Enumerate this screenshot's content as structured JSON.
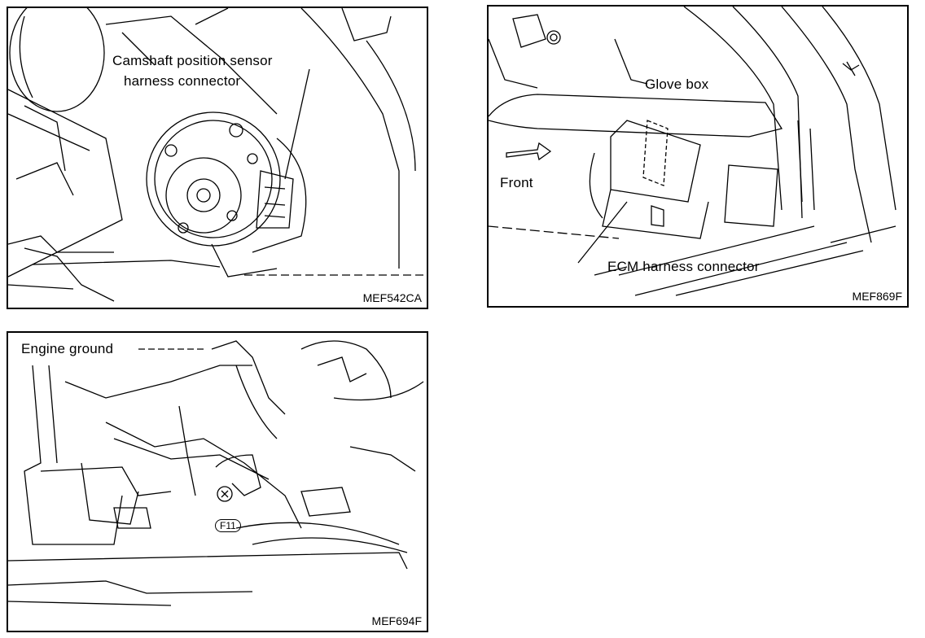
{
  "panels": [
    {
      "code": "MEF542CA",
      "label_line1": "Camshaft position sensor",
      "label_line2": "harness connector"
    },
    {
      "code": "MEF869F",
      "glove_box": "Glove box",
      "front": "Front",
      "ecm": "ECM harness connector"
    },
    {
      "code": "MEF694F",
      "engine_ground": "Engine ground",
      "bolt_tag": "F11"
    }
  ]
}
